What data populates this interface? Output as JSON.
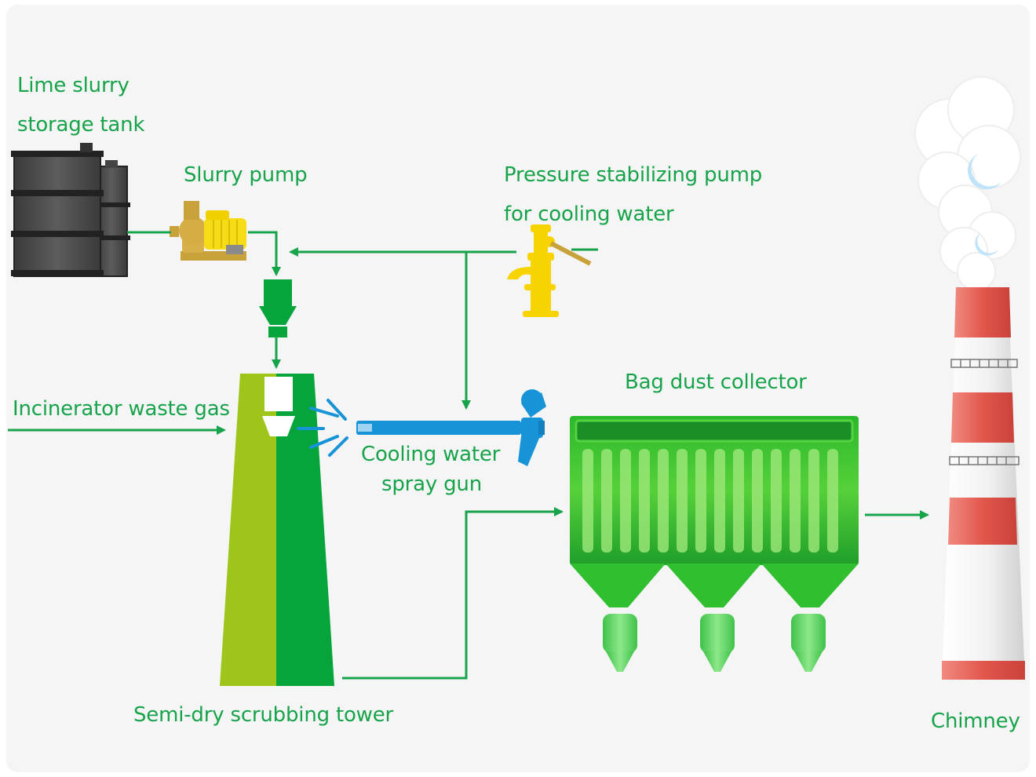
{
  "diagram": {
    "labels": {
      "storage_tank_line1": "Lime slurry",
      "storage_tank_line2": "storage tank",
      "slurry_pump": "Slurry pump",
      "pressure_pump_line1": "Pressure stabilizing pump",
      "pressure_pump_line2": "for cooling water",
      "waste_gas": "Incinerator waste gas",
      "spray_gun_line1": "Cooling water",
      "spray_gun_line2": "spray gun",
      "bag_collector": "Bag dust collector",
      "scrubbing_tower": "Semi-dry scrubbing tower",
      "chimney": "Chimney"
    },
    "colors": {
      "label_text": "#16a34a",
      "flow_line": "#16a34a",
      "tower_light": "#9ec61a",
      "tower_dark": "#05a53c",
      "spray_gun": "#1793d8",
      "pressure_pump": "#f7d400",
      "slurry_pump": "#c9a23c",
      "chimney_red": "#e2574c",
      "tank": "#4a4a4a"
    }
  }
}
